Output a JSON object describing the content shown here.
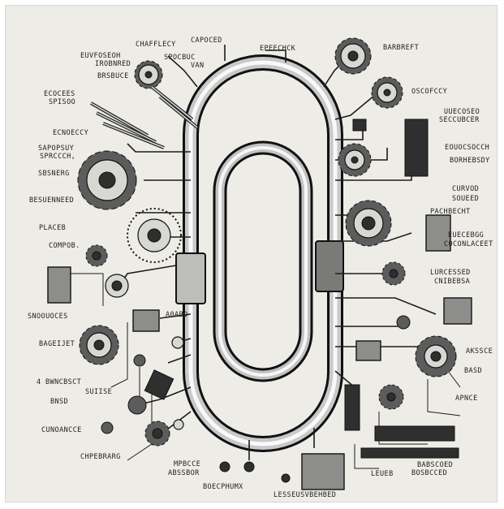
{
  "labels": [
    {
      "id": "l1",
      "text": "CHAFFLECY"
    },
    {
      "id": "l2",
      "text": "CAPOCED"
    },
    {
      "id": "l3",
      "text": "EPEECHCK"
    },
    {
      "id": "l4",
      "text": "BARBREFT"
    },
    {
      "id": "l5",
      "text": "EUVFOSEOH"
    },
    {
      "id": "l6",
      "text": "IROBNRED"
    },
    {
      "id": "l7",
      "text": "SPOCBUC"
    },
    {
      "id": "l8",
      "text": "VAN"
    },
    {
      "id": "l9",
      "text": "BRSBUCE"
    },
    {
      "id": "l10",
      "text": "ECOCEES"
    },
    {
      "id": "l11",
      "text": "SPISOO"
    },
    {
      "id": "l12",
      "text": "OSCOFCCY"
    },
    {
      "id": "l13",
      "text": "UUECOSEO"
    },
    {
      "id": "l14",
      "text": "SECCUBCER"
    },
    {
      "id": "l15",
      "text": "ECNOECCY"
    },
    {
      "id": "l16",
      "text": "SAPOPSUY"
    },
    {
      "id": "l17",
      "text": "SPRCCCH,"
    },
    {
      "id": "l18",
      "text": "EOUOCSOCCH"
    },
    {
      "id": "l19",
      "text": "BORHEBSDY"
    },
    {
      "id": "l20",
      "text": "SBSNERG"
    },
    {
      "id": "l21",
      "text": "CURVOD"
    },
    {
      "id": "l22",
      "text": "SOUEED"
    },
    {
      "id": "l23",
      "text": "BESUENNEED"
    },
    {
      "id": "l24",
      "text": "PACHBECHT"
    },
    {
      "id": "l25",
      "text": "PLACEB"
    },
    {
      "id": "l26",
      "text": "EUECEBGG"
    },
    {
      "id": "l27",
      "text": "COCONLACEET"
    },
    {
      "id": "l28",
      "text": "COMPOB."
    },
    {
      "id": "l29",
      "text": "LURCESSED"
    },
    {
      "id": "l30",
      "text": "CNIBEBSA"
    },
    {
      "id": "l31",
      "text": "SNOOUOCES"
    },
    {
      "id": "l32",
      "text": "A0ABD"
    },
    {
      "id": "l33",
      "text": "BAGEIJET"
    },
    {
      "id": "l34",
      "text": "AKSSCE"
    },
    {
      "id": "l35",
      "text": "4 BWNCBSCT"
    },
    {
      "id": "l36",
      "text": "BASD"
    },
    {
      "id": "l37",
      "text": "SUIISE"
    },
    {
      "id": "l38",
      "text": "BNSD"
    },
    {
      "id": "l39",
      "text": "APNCE"
    },
    {
      "id": "l40",
      "text": "CUNOANCCE"
    },
    {
      "id": "l41",
      "text": "CHPEBRARG"
    },
    {
      "id": "l42",
      "text": "MPBCCE"
    },
    {
      "id": "l43",
      "text": "ABSSBOR"
    },
    {
      "id": "l44",
      "text": "BOECPHUMX"
    },
    {
      "id": "l45",
      "text": "LEUEB"
    },
    {
      "id": "l46",
      "text": "BABSCOED"
    },
    {
      "id": "l47",
      "text": "BOSBCCED"
    },
    {
      "id": "l48",
      "text": "LESSEUSVBEHBED"
    }
  ]
}
